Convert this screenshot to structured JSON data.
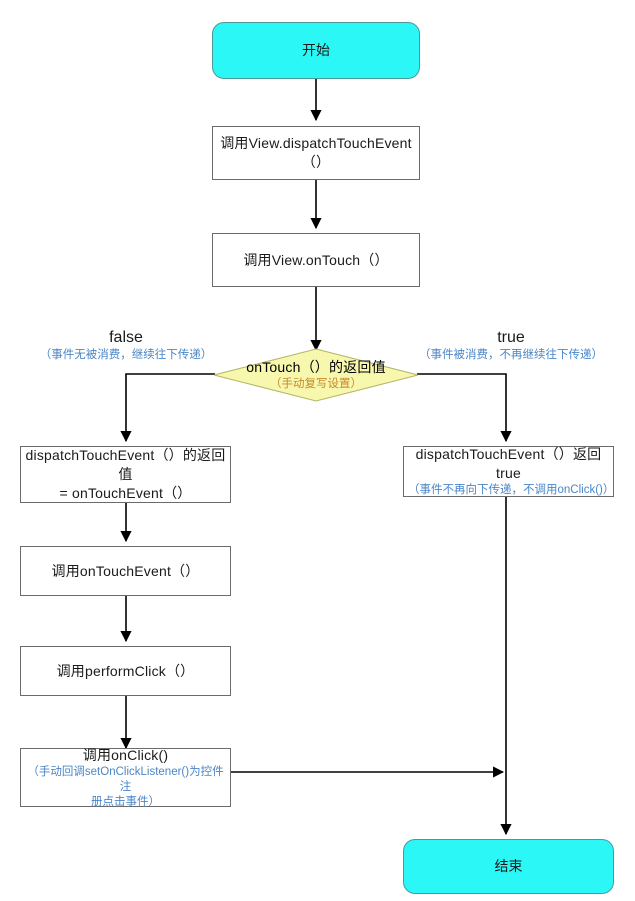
{
  "diagram": {
    "title": "Android View Touch Event Dispatch Flowchart",
    "colors": {
      "terminator_fill": "#2cf7f7",
      "terminator_stroke": "#4a9a9a",
      "decision_fill": "#f7f7ad",
      "decision_stroke": "#b5b56a",
      "process_stroke": "#6b6b6b",
      "process_fill": "#ffffff",
      "note_blue": "#4a86c8",
      "note_orange": "#c88a2a",
      "connector": "#000000",
      "background": "#ffffff"
    }
  },
  "nodes": {
    "start": {
      "label": "开始",
      "shape": "terminator"
    },
    "dispatch_touch_event": {
      "label": "调用View.dispatchTouchEvent（）",
      "shape": "process"
    },
    "on_touch": {
      "label": "调用View.onTouch（）",
      "shape": "process"
    },
    "decision": {
      "label": "onTouch（）的返回值",
      "note": "（手动复写设置）",
      "shape": "decision"
    },
    "dispatch_return_value": {
      "label": "dispatchTouchEvent（）的返回值\n= onTouchEvent（）",
      "shape": "process"
    },
    "on_touch_event": {
      "label": "调用onTouchEvent（）",
      "shape": "process"
    },
    "perform_click": {
      "label": "调用performClick（）",
      "shape": "process"
    },
    "on_click": {
      "label": "调用onClick()",
      "note": "（手动回调setOnClickListener()为控件注\n册点击事件）",
      "shape": "process"
    },
    "dispatch_return_true": {
      "label": "dispatchTouchEvent（）返回true",
      "note": "（事件不再向下传递，不调用onClick()）",
      "shape": "process"
    },
    "end": {
      "label": "结束",
      "shape": "terminator"
    }
  },
  "branches": {
    "false_branch": {
      "label": "false",
      "note": "（事件无被消费，继续往下传递）"
    },
    "true_branch": {
      "label": "true",
      "note": "（事件被消费，不再继续往下传递）"
    }
  }
}
